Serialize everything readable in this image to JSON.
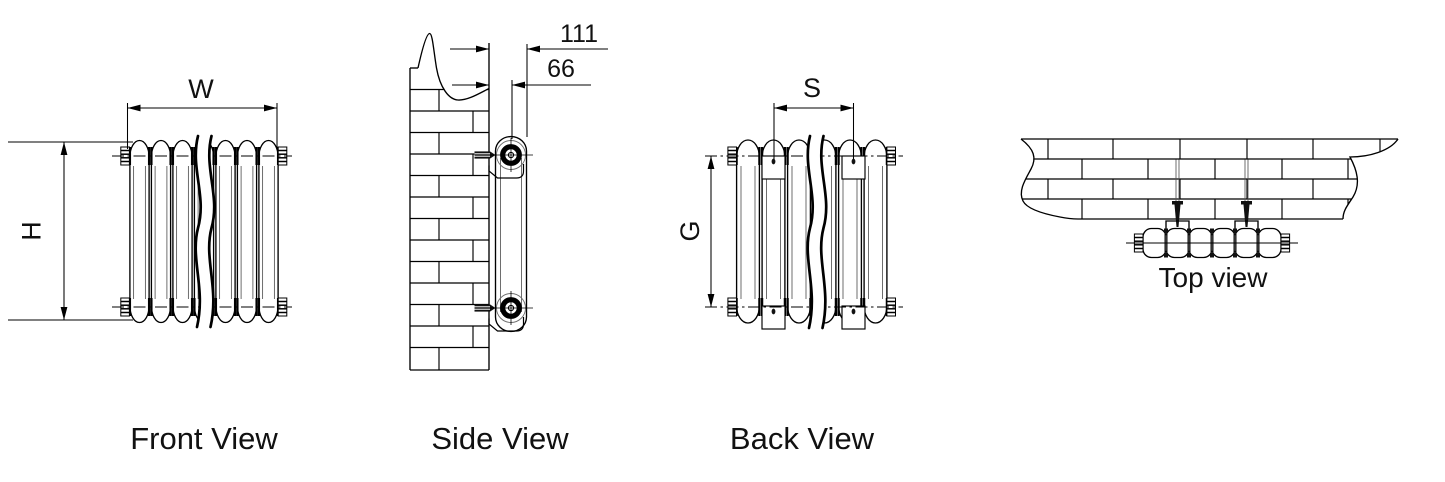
{
  "drawing": {
    "front": {
      "label": "Front View",
      "width_dim": "W",
      "height_dim": "H"
    },
    "side": {
      "label": "Side View",
      "wall_to_front_dim": "111",
      "wall_to_center_dim": "66"
    },
    "back": {
      "label": "Back View",
      "bracket_spacing_dim": "S",
      "bracket_vertical_dim": "G"
    },
    "top": {
      "label": "Top view"
    }
  },
  "colors": {
    "line": "#000000",
    "background": "#ffffff"
  }
}
